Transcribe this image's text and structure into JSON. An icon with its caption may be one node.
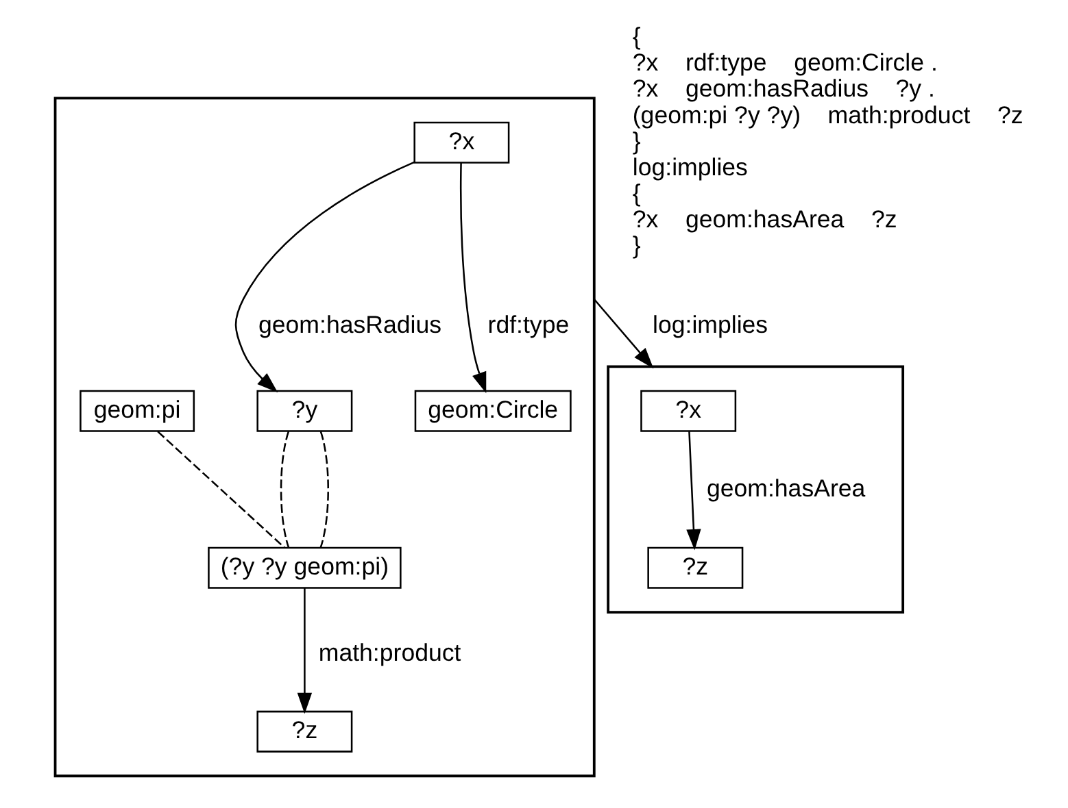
{
  "diagram": {
    "nodes": [
      {
        "text": [],
        "shape": "box"
      },
      {
        "text": [
          "?x"
        ],
        "in": 0
      },
      {
        "text": [
          "?y"
        ],
        "in": 0
      },
      {
        "text": [
          "geom:pi"
        ],
        "in": 0
      },
      {
        "text": [
          "geom:Circle"
        ],
        "in": 0
      },
      {
        "text": [
          "(?y ?y geom:pi)"
        ],
        "in": 0
      },
      {
        "text": [
          "?z"
        ],
        "in": 0
      },
      {
        "text": [],
        "shape": "box"
      },
      {
        "text": [
          "?x"
        ],
        "in": 7
      },
      {
        "text": [
          "?z"
        ],
        "in": 7
      }
    ],
    "edges": [
      {
        "from": 1,
        "to": 2,
        "arrow": "to",
        "label": "geom:hasRadius"
      },
      {
        "from": 1,
        "to": 4,
        "arrow": "to",
        "label": "rdf:type"
      },
      {
        "from": 2,
        "to": 5,
        "arrow": "none",
        "style": "dashed"
      },
      {
        "from": 2,
        "to": 5,
        "arrow": "none",
        "style": "dashed"
      },
      {
        "from": 3,
        "to": 5,
        "arrow": "none",
        "style": "dashed"
      },
      {
        "from": 5,
        "to": 6,
        "arrow": "to",
        "label": "math:product"
      },
      {
        "from": 0,
        "to": 7,
        "arrow": "to",
        "label": "log:implies"
      },
      {
        "from": 8,
        "to": 9,
        "arrow": "to",
        "label": "geom:hasArea"
      }
    ],
    "labels": [
      "{",
      "?x    rdf:type    geom:Circle .",
      "?x    geom:hasRadius    ?y .",
      "(geom:pi ?y ?y)    math:product    ?z",
      "}",
      "log:implies",
      "{",
      "?x    geom:hasArea    ?z",
      "}"
    ]
  }
}
